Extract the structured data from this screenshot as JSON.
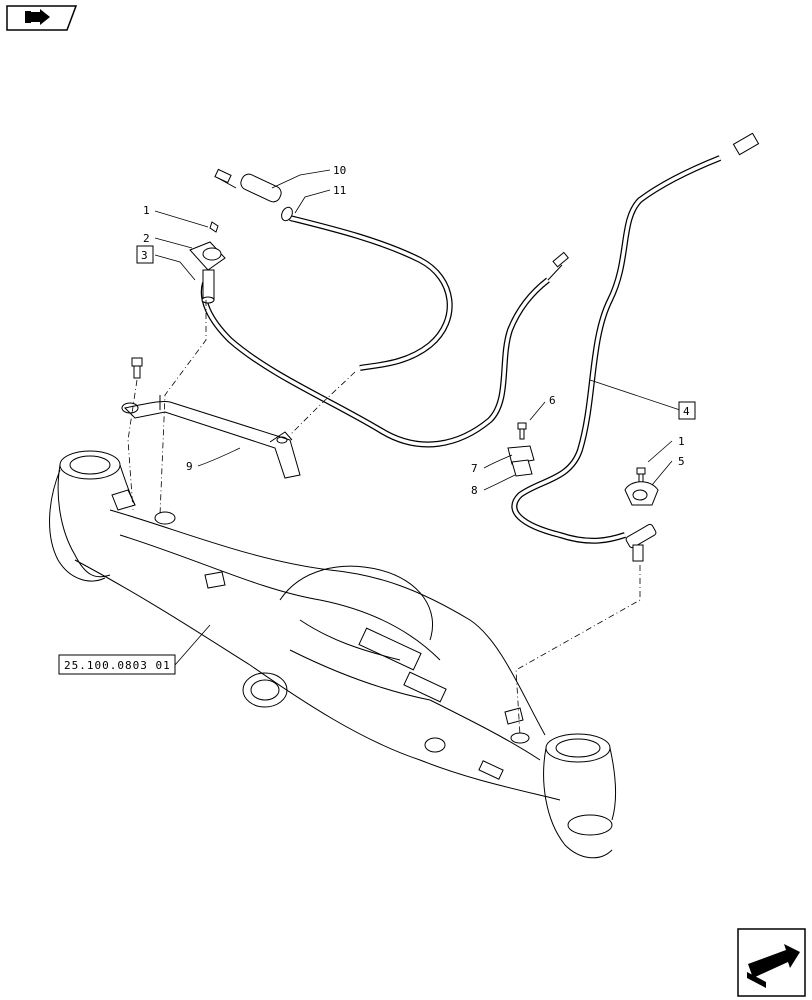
{
  "nav": {
    "top_left_icon": "book-arrow-icon",
    "bottom_right_icon": "next-page-arrow-icon"
  },
  "callouts": {
    "c10": "10",
    "c11": "11",
    "c1a": "1",
    "c2": "2",
    "c3": "3",
    "c9": "9",
    "c6": "6",
    "c7": "7",
    "c8": "8",
    "c4": "4",
    "c1b": "1",
    "c5": "5"
  },
  "reference_label": "25.100.0803 01"
}
